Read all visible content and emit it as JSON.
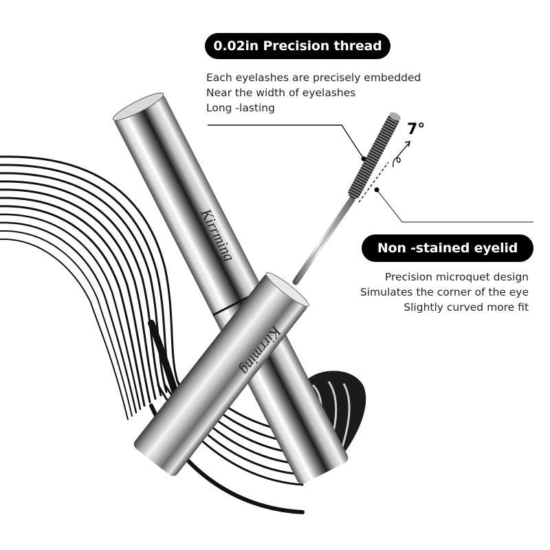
{
  "product": {
    "brand_script": "Kirrming",
    "cap_brand_script": "Kirrming"
  },
  "feature_1": {
    "title": "0.02in Precision thread",
    "lines": [
      "Each eyelashes are precisely embedded",
      "Near the width of eyelashes",
      "Long -lasting"
    ]
  },
  "feature_2": {
    "title": "Non -stained eyelid",
    "lines": [
      "Precision microquet design",
      "Simulates the corner of the eye",
      "Slightly curved more fit"
    ]
  },
  "annotation": {
    "angle": "7°"
  },
  "colors": {
    "background": "#ffffff",
    "pill": "#000000",
    "pill_text": "#ffffff",
    "body_text": "#222222",
    "chrome_light": "#f2f2f2",
    "chrome_dark": "#1a1a1a"
  }
}
